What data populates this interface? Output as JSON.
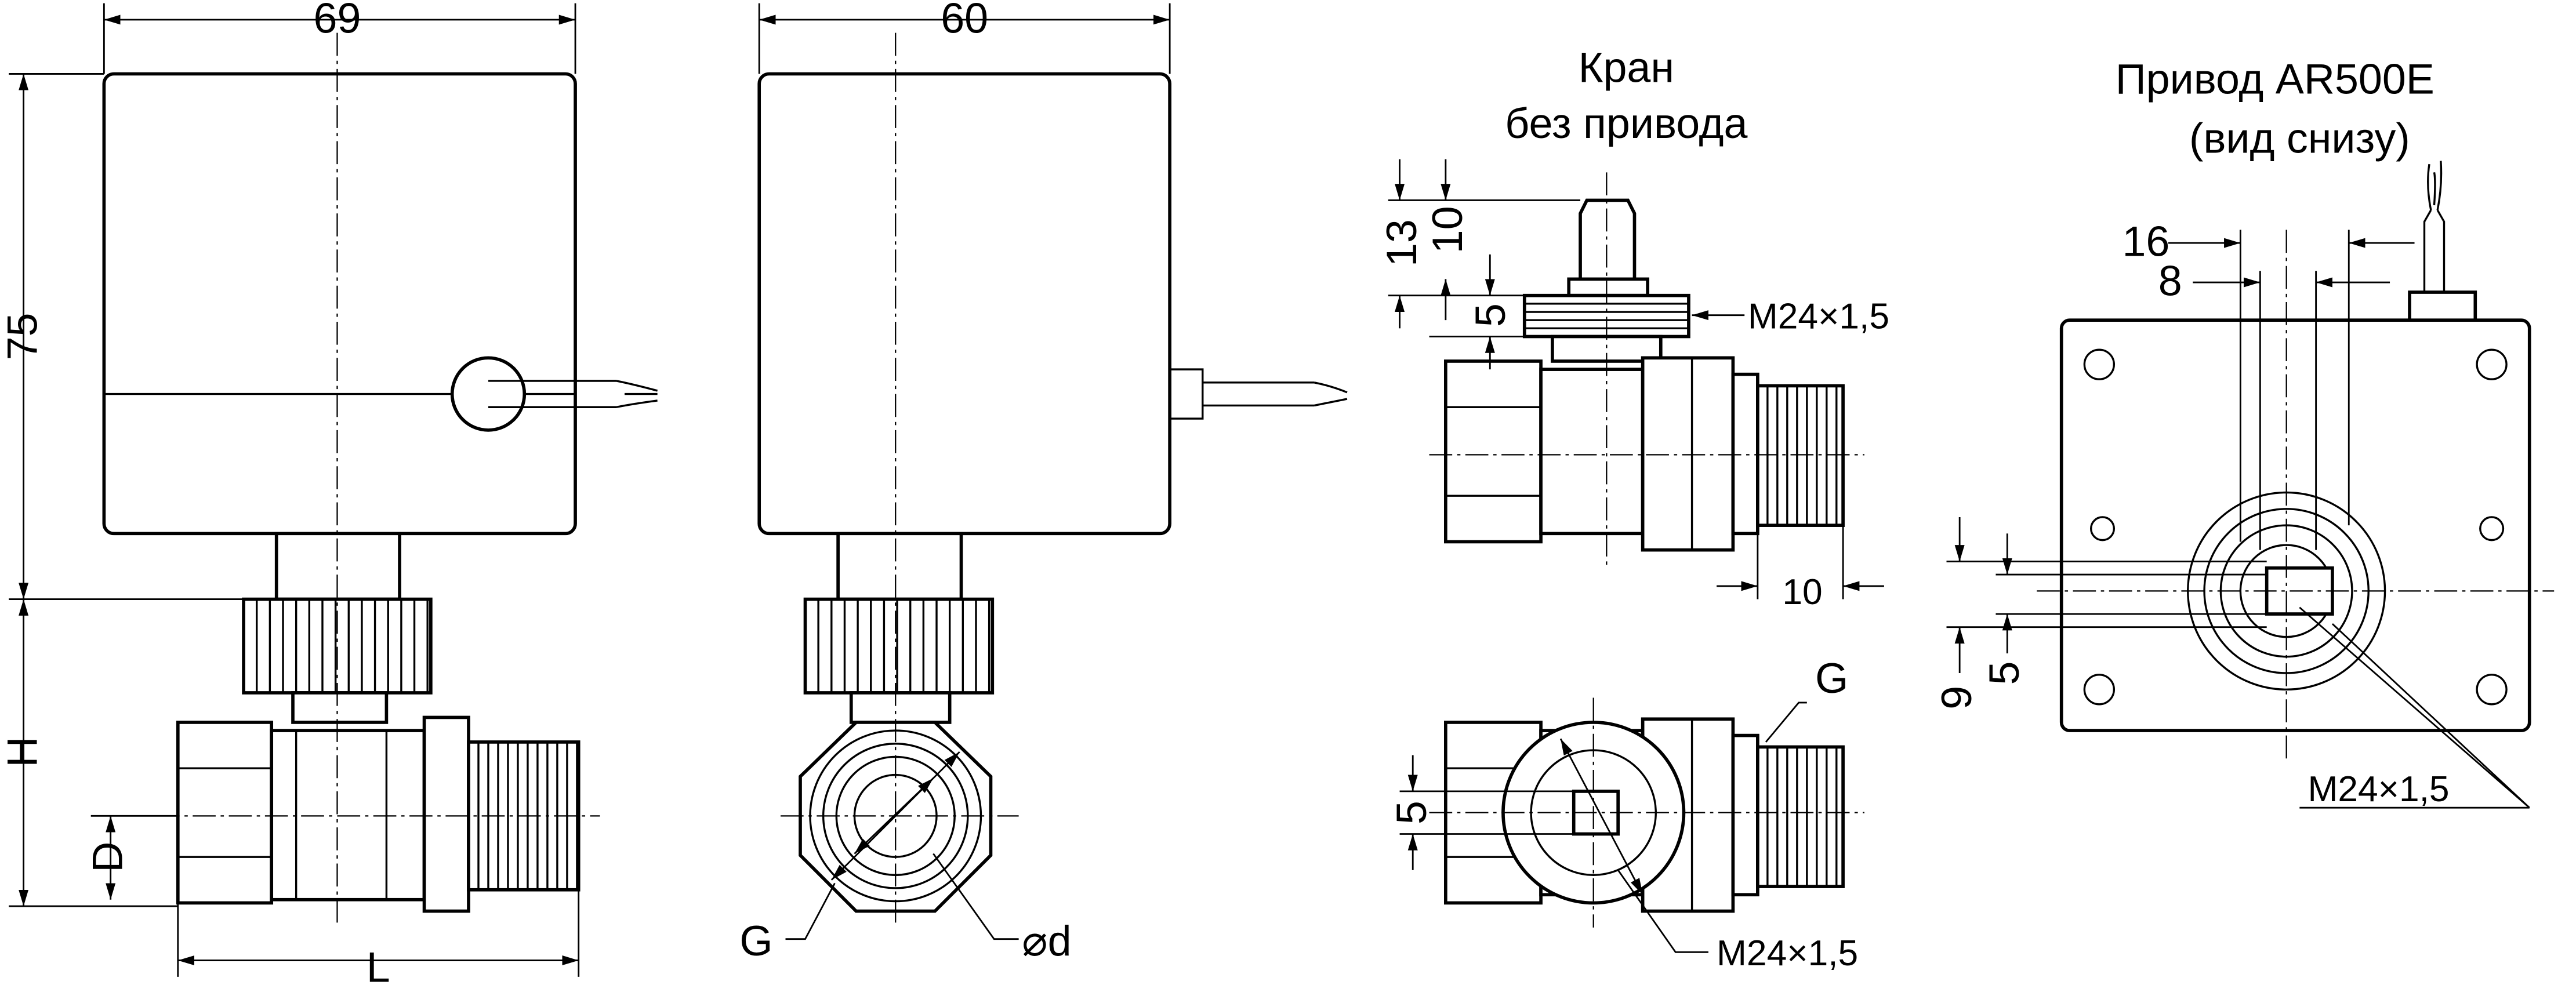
{
  "front_view": {
    "width_label": "69",
    "height_label": "75",
    "h_label": "H",
    "d_label": "D",
    "l_label": "L"
  },
  "side_view": {
    "width_label": "60",
    "g_label": "G",
    "bore_label": "⌀d"
  },
  "valve_view": {
    "title_line1": "Кран",
    "title_line2": "без привода",
    "dim_13": "13",
    "dim_10": "10",
    "dim_5": "5",
    "thread_label": "M24×1,5",
    "dim_10_bottom": "10",
    "g_label": "G",
    "dim_5_bottom": "5",
    "thread_label_bottom": "M24×1,5"
  },
  "actuator_view": {
    "title_line1": "Привод AR500E",
    "title_line2": "(вид снизу)",
    "dim_16": "16",
    "dim_8": "8",
    "dim_9": "9",
    "dim_5": "5",
    "thread_label": "M24×1,5"
  }
}
